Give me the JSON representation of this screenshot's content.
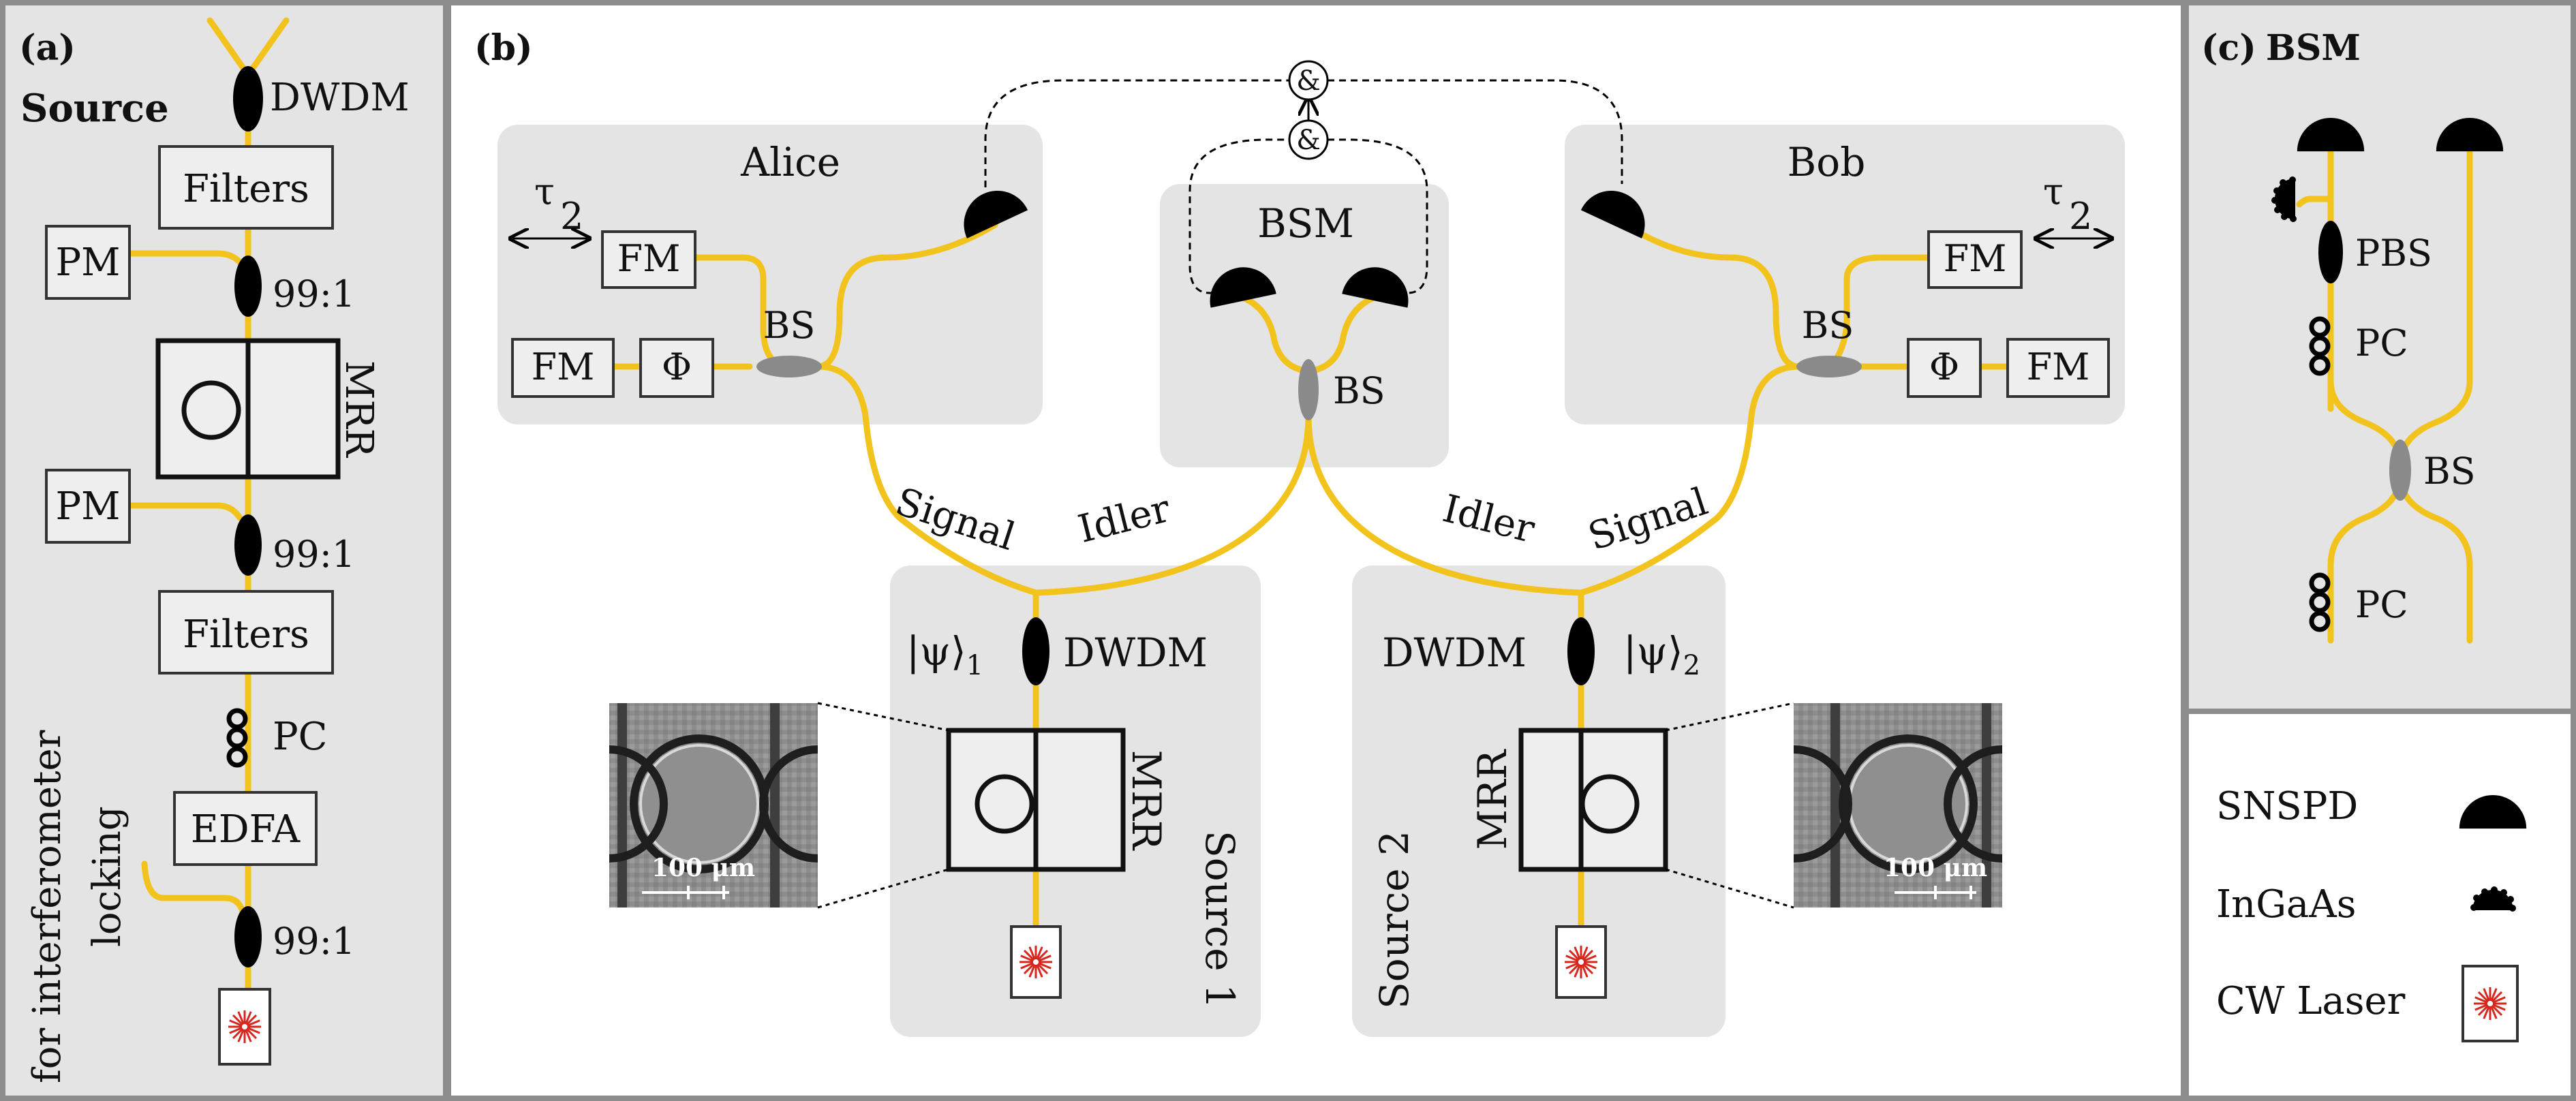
{
  "colors": {
    "fiber": "#f2c31d",
    "panel": "#e4e4e4",
    "border": "#8c8c8c",
    "laser": "#d7261e",
    "bs": "#8a8a8a",
    "detector": "#000000"
  },
  "panel_a": {
    "label": "(a)",
    "title": "Source",
    "dwdm": "DWDM",
    "filters_top": "Filters",
    "pm_top": "PM",
    "ratio_top": "99:1",
    "mrr": "MRR",
    "pm_bottom": "PM",
    "ratio_mid": "99:1",
    "filters_bottom": "Filters",
    "pc": "PC",
    "edfa": "EDFA",
    "ratio_bottom": "99:1",
    "locking_line1": "for interferometer",
    "locking_line2": "locking"
  },
  "panel_b": {
    "label": "(b)",
    "coincidence_symbol": "&",
    "alice": {
      "title": "Alice",
      "tau_num": "τ",
      "tau_den": "2",
      "fm_top": "FM",
      "fm_bottom": "FM",
      "phase": "Φ",
      "bs": "BS"
    },
    "bob": {
      "title": "Bob",
      "tau_num": "τ",
      "tau_den": "2",
      "fm_top": "FM",
      "fm_bottom": "FM",
      "phase": "Φ",
      "bs": "BS"
    },
    "bsm": {
      "title": "BSM",
      "bs": "BS"
    },
    "fiber_labels": {
      "signal_left": "Signal",
      "idler_left": "Idler",
      "idler_right": "Idler",
      "signal_right": "Signal"
    },
    "source1": {
      "title": "Source 1",
      "state": "|ψ⟩",
      "state_sub": "1",
      "dwdm": "DWDM",
      "mrr": "MRR",
      "scale": "100 μm"
    },
    "source2": {
      "title": "Source 2",
      "state": "|ψ⟩",
      "state_sub": "2",
      "dwdm": "DWDM",
      "mrr": "MRR",
      "scale": "100 μm"
    }
  },
  "panel_c": {
    "label": "(c)",
    "title": "BSM",
    "pbs": "PBS",
    "pc_top": "PC",
    "bs": "BS",
    "pc_bottom": "PC"
  },
  "legend": {
    "items": [
      {
        "label": "SNSPD",
        "icon": "snspd-detector-icon"
      },
      {
        "label": "InGaAs",
        "icon": "ingaas-detector-icon"
      },
      {
        "label": "CW Laser",
        "icon": "cw-laser-icon"
      }
    ]
  }
}
